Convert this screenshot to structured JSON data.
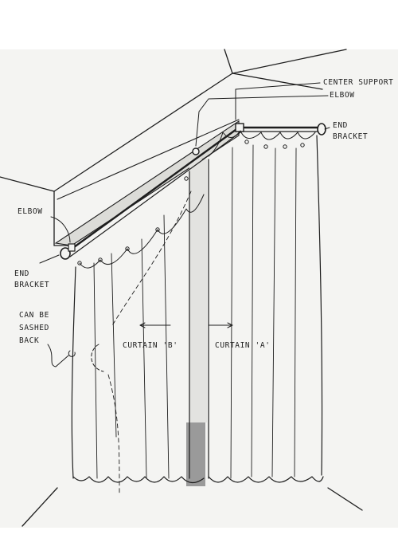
{
  "labels": {
    "center_support": "CENTER SUPPORT",
    "elbow_top": "ELBOW",
    "end_bracket_right_1": "END",
    "end_bracket_right_2": "BRACKET",
    "elbow_left": "ELBOW",
    "end_bracket_left_1": "END",
    "end_bracket_left_2": "BRACKET",
    "can_be_1": "CAN BE",
    "can_be_2": "SASHED",
    "can_be_3": "BACK",
    "curtain_b": "CURTAIN 'B'",
    "curtain_a": "CURTAIN 'A'"
  },
  "colors": {
    "ink": "#1e1e1e",
    "paper": "#f4f4f2",
    "shade": "#9a9a9a"
  }
}
